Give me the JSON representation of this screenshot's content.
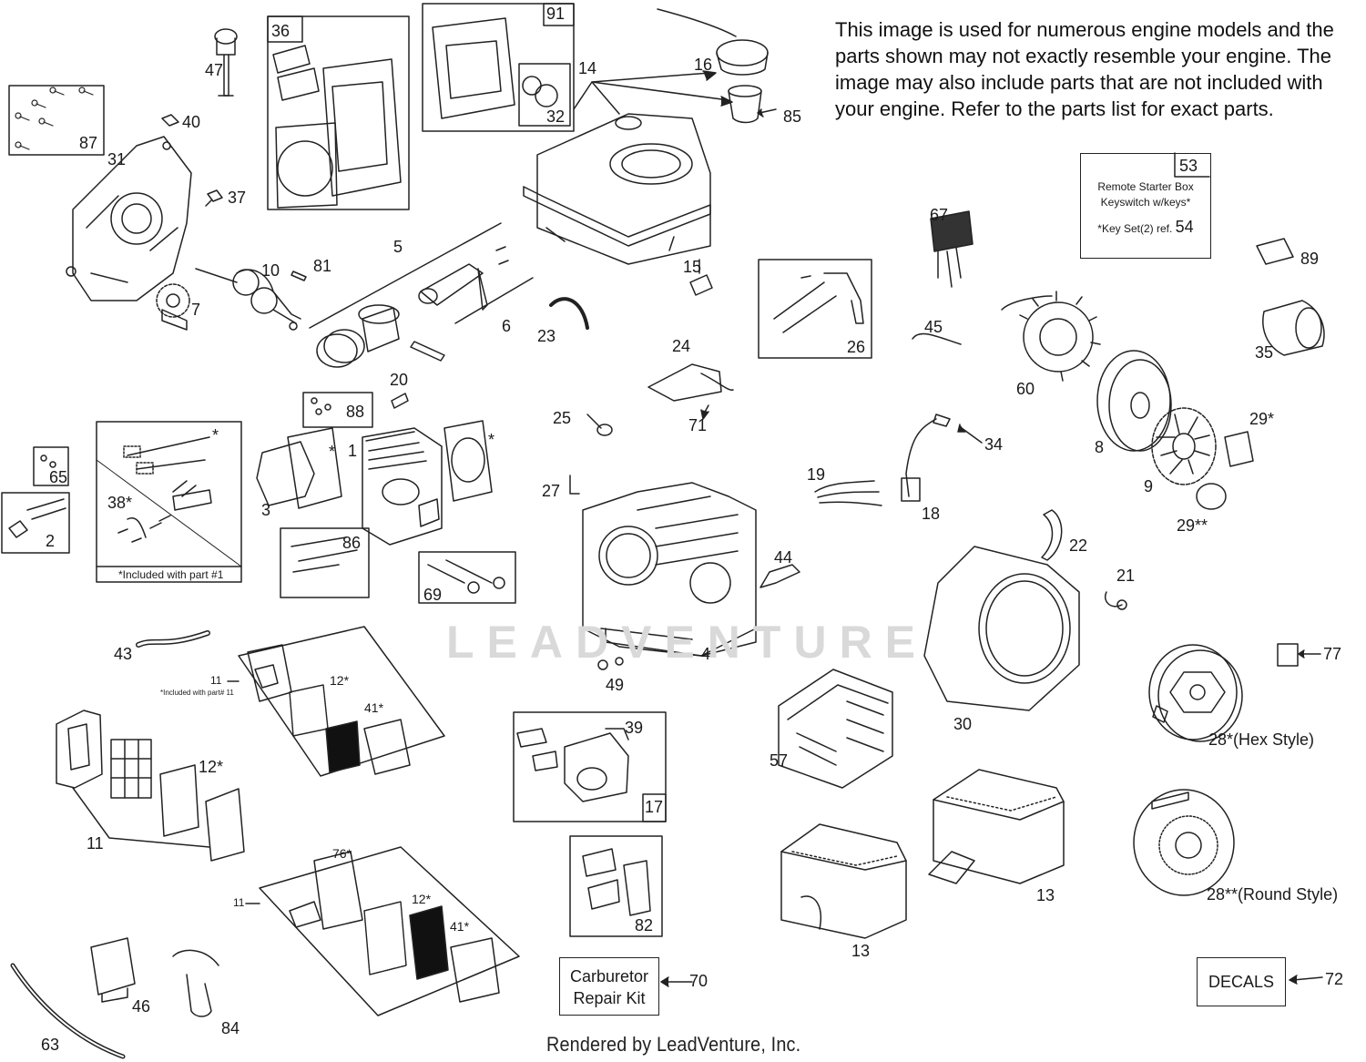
{
  "notice": "This image is used for numerous engine models and the parts shown may not exactly resemble your engine. The image may also include parts that are not included with your engine. Refer to the parts list for exact parts.",
  "footer": "Rendered by LeadVenture, Inc.",
  "watermark": "LEADVENTURE",
  "remote_box": {
    "number": "53",
    "line1": "Remote Starter Box",
    "line2": "Keyswitch w/keys*",
    "line3": "*Key Set(2) ref.",
    "ref": "54"
  },
  "carb_kit": {
    "line1": "Carburetor",
    "line2": "Repair Kit",
    "ref": "70"
  },
  "decals": {
    "label": "DECALS",
    "ref": "72"
  },
  "notes": {
    "included_part1": "*Included with part #1",
    "included_part11": "*Included with part# 11"
  },
  "labels": {
    "p1": "1",
    "p2": "2",
    "p3": "3",
    "p4": "4",
    "p5": "5",
    "p6": "6",
    "p7": "7",
    "p8": "8",
    "p9": "9",
    "p10": "10",
    "p11a": "11",
    "p11b": "11",
    "p11c": "11",
    "p12a": "12*",
    "p12b": "12*",
    "p12c": "12*",
    "p13a": "13",
    "p13b": "13",
    "p14": "14",
    "p15": "15",
    "p16": "16",
    "p17": "17",
    "p18": "18",
    "p19": "19",
    "p20": "20",
    "p21": "21",
    "p22": "22",
    "p23": "23",
    "p24": "24",
    "p25": "25",
    "p26": "26",
    "p27": "27",
    "p28a": "28*(Hex Style)",
    "p28b": "28**(Round Style)",
    "p29a": "29*",
    "p29b": "29**",
    "p30": "30",
    "p31": "31",
    "p32": "32",
    "p34": "34",
    "p35": "35",
    "p36": "36",
    "p37": "37",
    "p38": "38*",
    "p39": "39",
    "p40": "40",
    "p41a": "41*",
    "p41b": "41*",
    "p43": "43",
    "p44": "44",
    "p45": "45",
    "p46": "46",
    "p47": "47",
    "p49": "49",
    "p57": "57",
    "p60": "60",
    "p63": "63",
    "p65": "65",
    "p67": "67",
    "p69": "69",
    "p71": "71",
    "p76": "76*",
    "p77": "77",
    "p81": "81",
    "p82": "82",
    "p84": "84",
    "p85": "85",
    "p86": "86",
    "p87": "87",
    "p88": "88",
    "p89": "89",
    "p91": "91",
    "star1": "*",
    "star2": "*",
    "star3": "*"
  }
}
